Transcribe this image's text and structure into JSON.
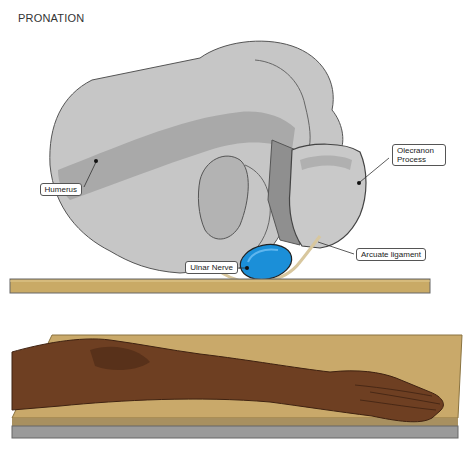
{
  "diagram": {
    "title": "PRONATION",
    "nodes": [
      {
        "text": [
          "Olecranon Process"
        ]
      },
      {
        "text": [
          "Humerus"
        ]
      },
      {
        "text": [
          "Arcuate ligament"
        ]
      },
      {
        "text": [
          "Ulnar Nerve"
        ]
      }
    ]
  }
}
